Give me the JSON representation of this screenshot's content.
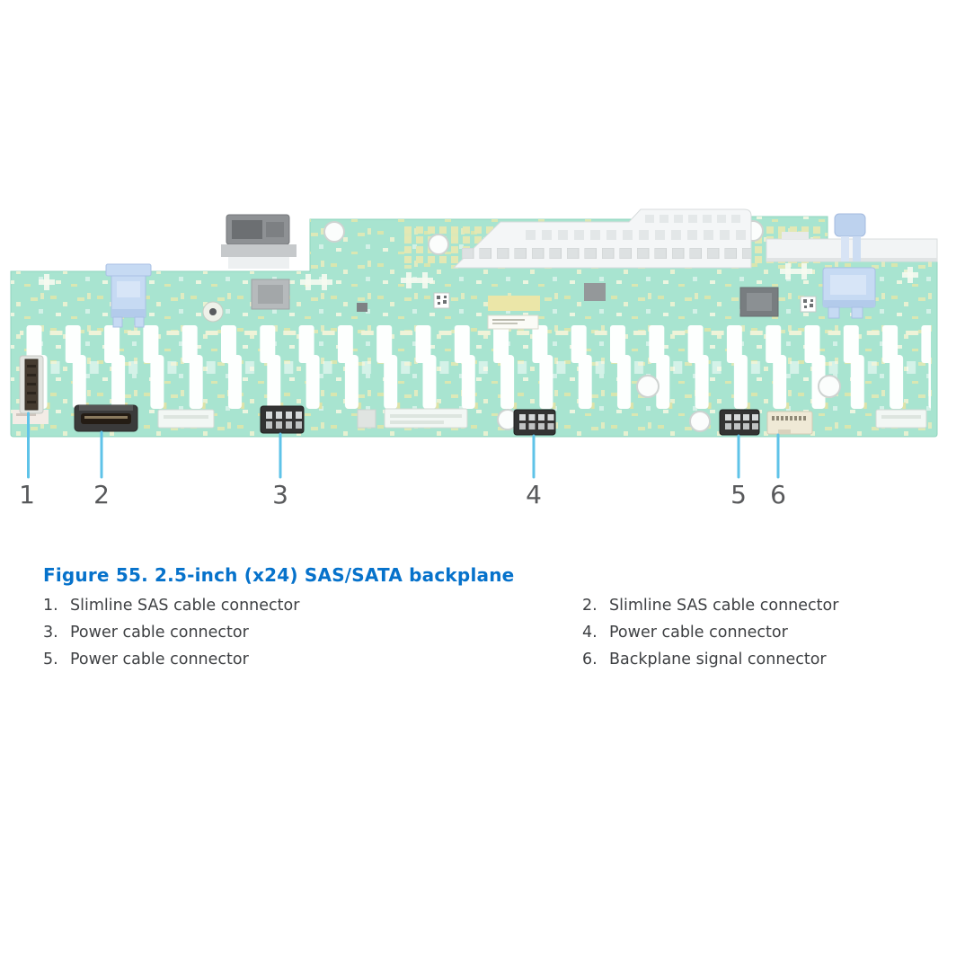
{
  "figure": {
    "caption": "Figure 55. 2.5-inch (x24) SAS/SATA backplane",
    "callouts": [
      "1",
      "2",
      "3",
      "4",
      "5",
      "6"
    ],
    "legend_left": [
      {
        "num": "1.",
        "label": "Slimline SAS cable connector"
      },
      {
        "num": "3.",
        "label": "Power cable connector"
      },
      {
        "num": "5.",
        "label": "Power cable connector"
      }
    ],
    "legend_right": [
      {
        "num": "2.",
        "label": "Slimline SAS cable connector"
      },
      {
        "num": "4.",
        "label": "Power cable connector"
      },
      {
        "num": "6.",
        "label": "Backplane signal connector"
      }
    ],
    "colors": {
      "board_green": "#a8e4d0",
      "callout_leader_blue": "#5fc3e8",
      "caption_blue": "#0672cb",
      "callout_number_gray": "#58595b",
      "legend_text_gray": "#3e4043",
      "latch_blue": "#c6daf3"
    }
  }
}
